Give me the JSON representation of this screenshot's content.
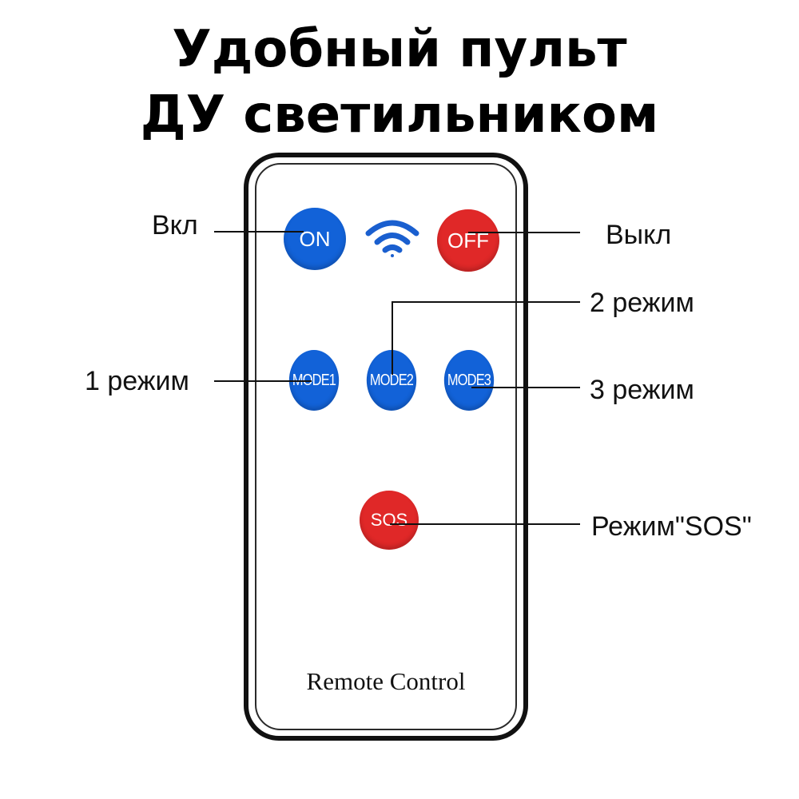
{
  "title": {
    "line1": "Удобный пульт",
    "line2": "ДУ светильником"
  },
  "remote": {
    "buttons": {
      "on": "ON",
      "off": "OFF",
      "mode1": "MODE1",
      "mode2": "MODE2",
      "mode3": "MODE3",
      "sos": "SOS"
    },
    "caption": "Remote Control",
    "signal_icon": "wifi-icon"
  },
  "callouts": {
    "on": "Вкл",
    "off": "Выкл",
    "mode1": "1 режим",
    "mode2": "2 режим",
    "mode3": "3 режим",
    "sos": "Режим\"SOS\""
  },
  "colors": {
    "blue_button": "#1262d8",
    "red_button": "#e02828",
    "wifi": "#1a5fcf"
  }
}
